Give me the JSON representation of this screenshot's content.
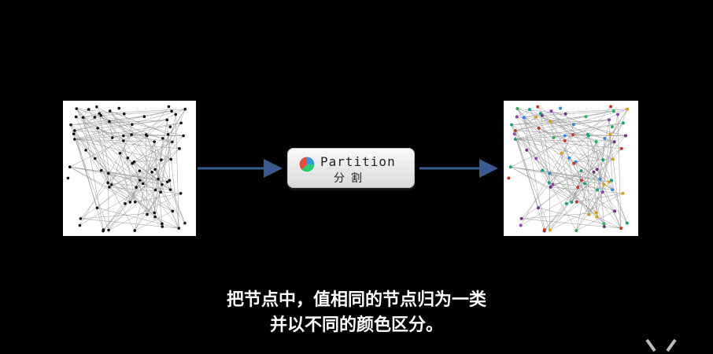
{
  "process": {
    "title": "Partition",
    "subtitle": "分割",
    "icon": "pie-chart-icon"
  },
  "captions": {
    "line1": "把节点中，值相同的节点归为一类",
    "line2": "并以不同的颜色区分。"
  },
  "colors": {
    "background": "#000000",
    "arrow": "#3a5b8f",
    "edge": "#9a9a9a",
    "node": "#111111",
    "partition_palette": [
      "#8e44ad",
      "#2e86de",
      "#27ae60",
      "#c0392b",
      "#d4a017",
      "#16a085",
      "#6c3483"
    ]
  },
  "decor": {
    "corner": "chevron-icon"
  }
}
